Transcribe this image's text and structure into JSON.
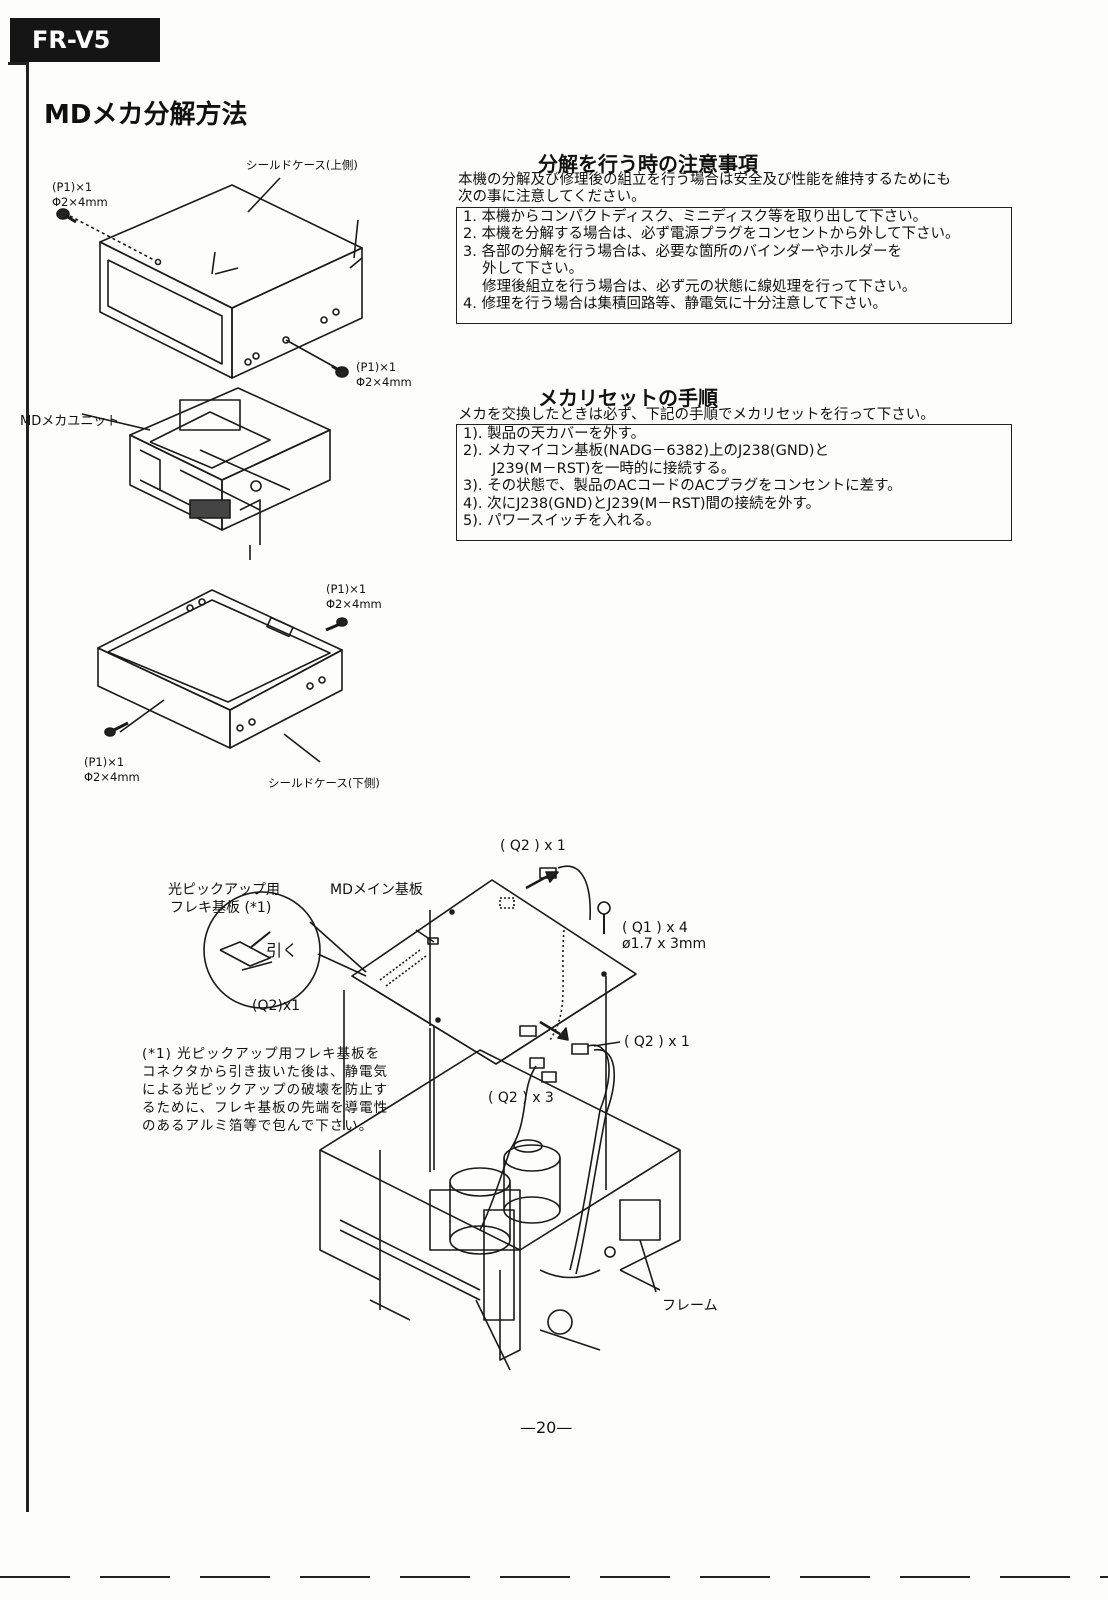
{
  "header": {
    "model": "FR-V5",
    "title": "MDメカ分解方法"
  },
  "precautions": {
    "title": "分解を行う時の注意事項",
    "intro": [
      "本機の分解及び修理後の組立を行う場合は安全及び性能を維持するためにも",
      "次の事に注意してください。"
    ],
    "items": [
      "1. 本機からコンパクトディスク、ミニディスク等を取り出して下さい。",
      "2. 本機を分解する場合は、必ず電源プラグをコンセントから外して下さい。",
      "3. 各部の分解を行う場合は、必要な箇所のバインダーやホルダーを",
      "　 外して下さい。",
      "　 修理後組立を行う場合は、必ず元の状態に線処理を行って下さい。",
      "4. 修理を行う場合は集積回路等、静電気に十分注意して下さい。"
    ]
  },
  "reset": {
    "title": "メカリセットの手順",
    "intro": "メカを交換したときは必ず、下記の手順でメカリセットを行って下さい。",
    "steps": [
      "1). 製品の天カバーを外す。",
      "2). メカマイコン基板(NADG－6382)上のJ238(GND)と",
      "　　J239(M－RST)を一時的に接続する。",
      "3). その状態で、製品のACコードのACプラグをコンセントに差す。",
      "4). 次にJ238(GND)とJ239(M－RST)間の接続を外す。",
      "5). パワースイッチを入れる。"
    ]
  },
  "top_diagram": {
    "shield_upper": "シールドケース(上側)",
    "screw_p1": "(P1)×1",
    "screw_size": "Φ2×4mm",
    "mecha_unit": "MDメカユニット",
    "shield_lower": "シールドケース(下側)"
  },
  "bottom_diagram": {
    "q2_top": "( Q2 ) x 1",
    "pickup_flex_line1": "光ピックアップ用",
    "pickup_flex_line2": "フレキ基板 (*1)",
    "md_main_board": "MDメイン基板",
    "q1_count": "( Q1 ) x 4",
    "q1_size": "ø1.7 x 3mm",
    "pull": "引く",
    "q2_circle": "(Q2)x1",
    "q2_right": "( Q2 ) x 1",
    "q2_x3": "( Q2 ) x 3",
    "frame": "フレーム",
    "note": [
      "(*1) 光ピックアップ用フレキ基板を",
      "コネクタから引き抜いた後は、静電気",
      "による光ピックアップの破壊を防止す",
      "るために、フレキ基板の先端を導電性",
      "のあるアルミ箔等で包んで下さい。"
    ]
  },
  "footer": {
    "page": "—20—"
  }
}
